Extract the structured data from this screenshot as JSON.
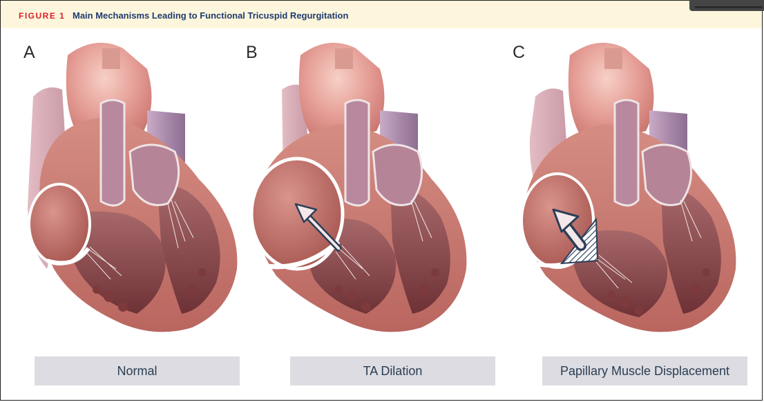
{
  "header": {
    "figure_number": "FIGURE 1",
    "title": "Main Mechanisms Leading to Functional Tricuspid Regurgitation"
  },
  "panels": [
    {
      "letter": "A",
      "caption": "Normal"
    },
    {
      "letter": "B",
      "caption": "TA Dilation"
    },
    {
      "letter": "C",
      "caption": "Papillary Muscle Displacement"
    }
  ],
  "colors": {
    "header_background": "#fdf6dc",
    "figure_number": "#d81e2a",
    "title": "#203b6e",
    "caption_background": "#dcdce2",
    "caption_text": "#2b3d52",
    "myocardium": "#c47870",
    "cavity": "#9a4e4e",
    "aorta": "#e7a8a0",
    "pulmonary": "#b596b7",
    "arrow": "#2c3e57"
  }
}
